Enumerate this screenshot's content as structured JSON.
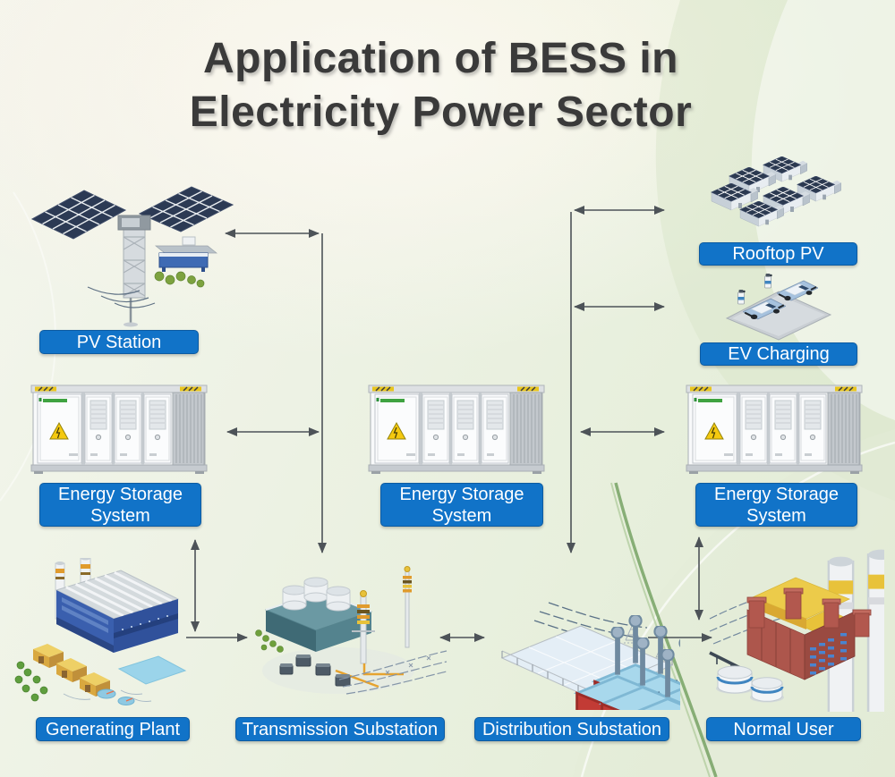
{
  "title": {
    "line1": "Application of BESS in",
    "line2": "Electricity Power Sector"
  },
  "colors": {
    "label_background": "#1173c8",
    "label_border": "#0d5ba1",
    "label_text": "#ffffff",
    "arrow": "#4d5358",
    "title_text": "#3a3a3a",
    "background_tint": "#eaf0e0"
  },
  "nodes": {
    "pv_station": {
      "label": "PV Station",
      "illustration": "pv-station-illustration"
    },
    "rooftop_pv": {
      "label": "Rooftop PV",
      "illustration": "rooftop-pv-illustration"
    },
    "ev_charging": {
      "label": "EV Charging",
      "illustration": "ev-charging-illustration"
    },
    "ess_left": {
      "label": "Energy Storage System",
      "illustration": "battery-container-illustration"
    },
    "ess_center": {
      "label": "Energy Storage System",
      "illustration": "battery-container-illustration"
    },
    "ess_right": {
      "label": "Energy Storage System",
      "illustration": "battery-container-illustration"
    },
    "generating_plant": {
      "label": "Generating Plant",
      "illustration": "power-plant-illustration"
    },
    "transmission_substation": {
      "label": "Transmission Substation",
      "illustration": "transmission-substation-illustration"
    },
    "distribution_substation": {
      "label": "Distribution Substation",
      "illustration": "distribution-substation-illustration"
    },
    "normal_user": {
      "label": "Normal User",
      "illustration": "factory-building-illustration"
    }
  },
  "connections": [
    {
      "from": "PV Station",
      "to": "Energy Storage System (center)",
      "type": "bidirectional"
    },
    {
      "from": "Energy Storage System (left)",
      "to": "Energy Storage System (center)",
      "type": "bidirectional"
    },
    {
      "from": "Energy Storage System (center)",
      "to": "Transmission Substation",
      "type": "directional"
    },
    {
      "from": "Rooftop PV",
      "to": "Energy Storage System (center)",
      "type": "bidirectional"
    },
    {
      "from": "EV Charging",
      "to": "Energy Storage System (center)",
      "type": "bidirectional"
    },
    {
      "from": "Energy Storage System (right)",
      "to": "Energy Storage System (center)",
      "type": "bidirectional"
    },
    {
      "from": "Energy Storage System (center)",
      "to": "Distribution Substation",
      "type": "directional"
    },
    {
      "from": "Energy Storage System (left)",
      "to": "Generating Plant",
      "type": "bidirectional"
    },
    {
      "from": "Energy Storage System (right)",
      "to": "Normal User",
      "type": "bidirectional"
    },
    {
      "from": "Generating Plant",
      "to": "Transmission Substation",
      "type": "directional"
    },
    {
      "from": "Transmission Substation",
      "to": "Distribution Substation",
      "type": "bidirectional"
    },
    {
      "from": "Distribution Substation",
      "to": "Normal User",
      "type": "directional"
    }
  ]
}
